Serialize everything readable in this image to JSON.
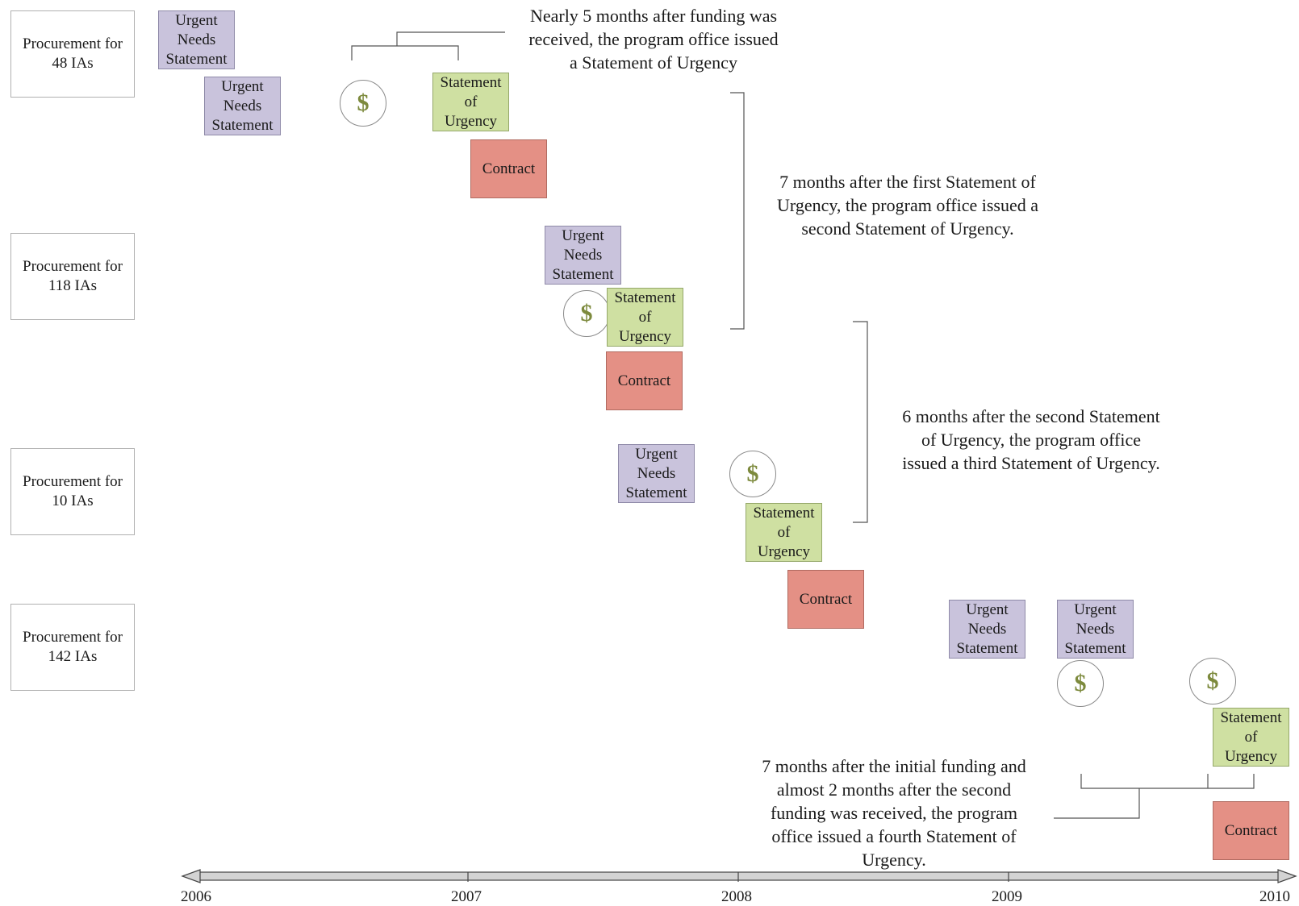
{
  "rows": [
    {
      "label": "Procurement for\n48 IAs"
    },
    {
      "label": "Procurement for\n118 IAs"
    },
    {
      "label": "Procurement for\n10 IAs"
    },
    {
      "label": "Procurement for\n142 IAs"
    }
  ],
  "events": {
    "une": "Urgent\nNeeds\nStatement",
    "sou": "Statement\nof\nUrgency",
    "contract": "Contract",
    "funding_symbol": "$"
  },
  "annotations": {
    "a1": "Nearly 5 months after funding was\nreceived, the program office issued\na Statement of Urgency",
    "a2": "7 months after the first Statement of\nUrgency, the program office issued a\nsecond Statement of Urgency.",
    "a3": "6 months after the second Statement\nof Urgency, the program office\nissued a third Statement of Urgency.",
    "a4": "7 months after the initial funding and\nalmost 2 months after the second\nfunding was received, the program\noffice issued a fourth Statement of\nUrgency."
  },
  "timeline": {
    "ticks": [
      "2006",
      "2007",
      "2008",
      "2009",
      "2010"
    ]
  },
  "colors": {
    "une": "#c9c3dc",
    "sou": "#cfe0a2",
    "contract": "#e49085",
    "dollar": "#7d8a3d"
  }
}
